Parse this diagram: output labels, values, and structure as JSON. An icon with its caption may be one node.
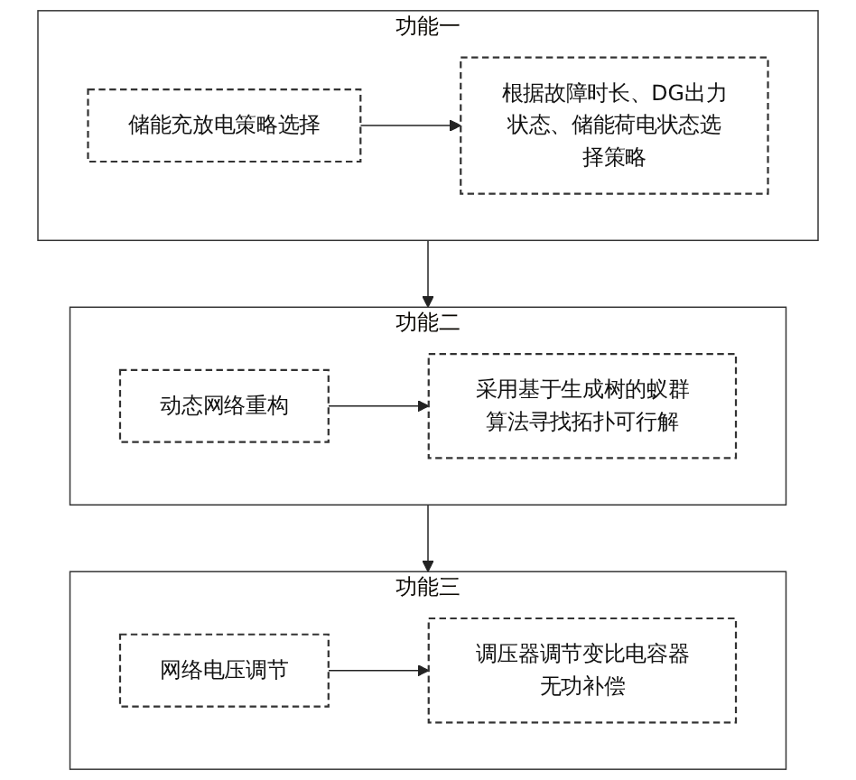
{
  "diagram": {
    "nodes": [
      {
        "text": [
          "功能一"
        ]
      },
      {
        "text": [
          "储能充放电策略选择"
        ],
        "in": 0
      },
      {
        "text": [
          "根据故障时长、DG出力状态、储能荷电状态选择策略"
        ],
        "in": 0
      },
      {
        "text": [
          "功能二"
        ]
      },
      {
        "text": [
          "动态网络重构"
        ],
        "in": 3
      },
      {
        "text": [
          "采用基于生成树的蚁群算法寻找拓扑可行解"
        ],
        "in": 3
      },
      {
        "text": [
          "功能三"
        ]
      },
      {
        "text": [
          "网络电压调节"
        ],
        "in": 6
      },
      {
        "text": [
          "调压器调节变比电容器无功补偿"
        ],
        "in": 6
      }
    ],
    "edges": [
      {
        "from": 1,
        "to": 2,
        "arrow": "to"
      },
      {
        "from": 0,
        "to": 3,
        "arrow": "to"
      },
      {
        "from": 4,
        "to": 5,
        "arrow": "to"
      },
      {
        "from": 3,
        "to": 6,
        "arrow": "to"
      },
      {
        "from": 7,
        "to": 8,
        "arrow": "to"
      }
    ]
  }
}
